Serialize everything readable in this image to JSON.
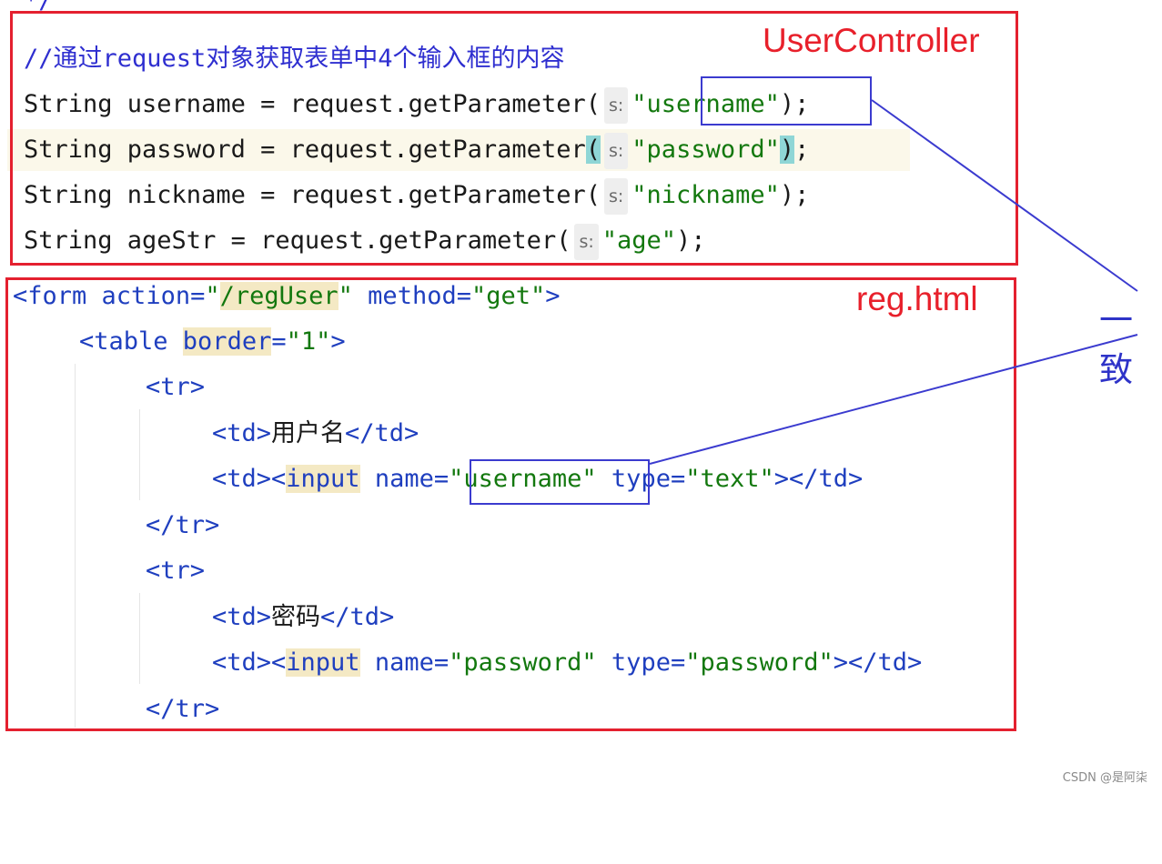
{
  "controller": {
    "label": "UserController",
    "partial_comment_end": "*/",
    "comment": "//通过request对象获取表单中4个输入框的内容",
    "lines": [
      {
        "decl": "String username = request.getParameter(",
        "hint": "s:",
        "arg": "\"username\"",
        "tail": ");"
      },
      {
        "decl": "String password = request.getParameter",
        "hint": "s:",
        "arg": "\"password\"",
        "tail": ";"
      },
      {
        "decl": "String nickname = request.getParameter(",
        "hint": "s:",
        "arg": "\"nickname\"",
        "tail": ");"
      },
      {
        "decl": "String ageStr = request.getParameter(",
        "hint": "s:",
        "arg": "\"age\"",
        "tail": ");"
      }
    ],
    "paren_open": "(",
    "paren_close": ")"
  },
  "reg": {
    "label": "reg.html",
    "form_line": {
      "open": "<form ",
      "action_attr": "action=",
      "action_q": "\"",
      "action_val": "/regUser",
      "action_q2": "\"",
      "method": " method=",
      "method_val": "\"get\"",
      "close": ">"
    },
    "table_line": {
      "open": "<table ",
      "attr": "border",
      "eq": "=",
      "val": "\"1\"",
      "close": ">"
    },
    "tr_open": "<tr>",
    "tr_close": "</tr>",
    "row1_label": {
      "open": "<td>",
      "text": "用户名",
      "close": "</td>"
    },
    "row1_input": {
      "td_open": "<td><",
      "input": "input",
      "name_attr": " name=",
      "name_val": "\"username\"",
      "type_attr": " type=",
      "type_val": "\"text\"",
      "close": "></td>"
    },
    "row2_label": {
      "open": "<td>",
      "text": "密码",
      "close": "</td>"
    },
    "row2_input": {
      "td_open": "<td><",
      "input": "input",
      "name_attr": " name=",
      "name_val": "\"password\"",
      "type_attr": " type=",
      "type_val": "\"password\"",
      "close": "></td>"
    }
  },
  "annotation": {
    "text": "一致"
  },
  "watermark": "CSDN @是阿柒",
  "colors": {
    "box_red": "#e4202f",
    "box_blue": "#3b3bcf",
    "string": "#13780e",
    "keyword": "#1f3fbf"
  }
}
